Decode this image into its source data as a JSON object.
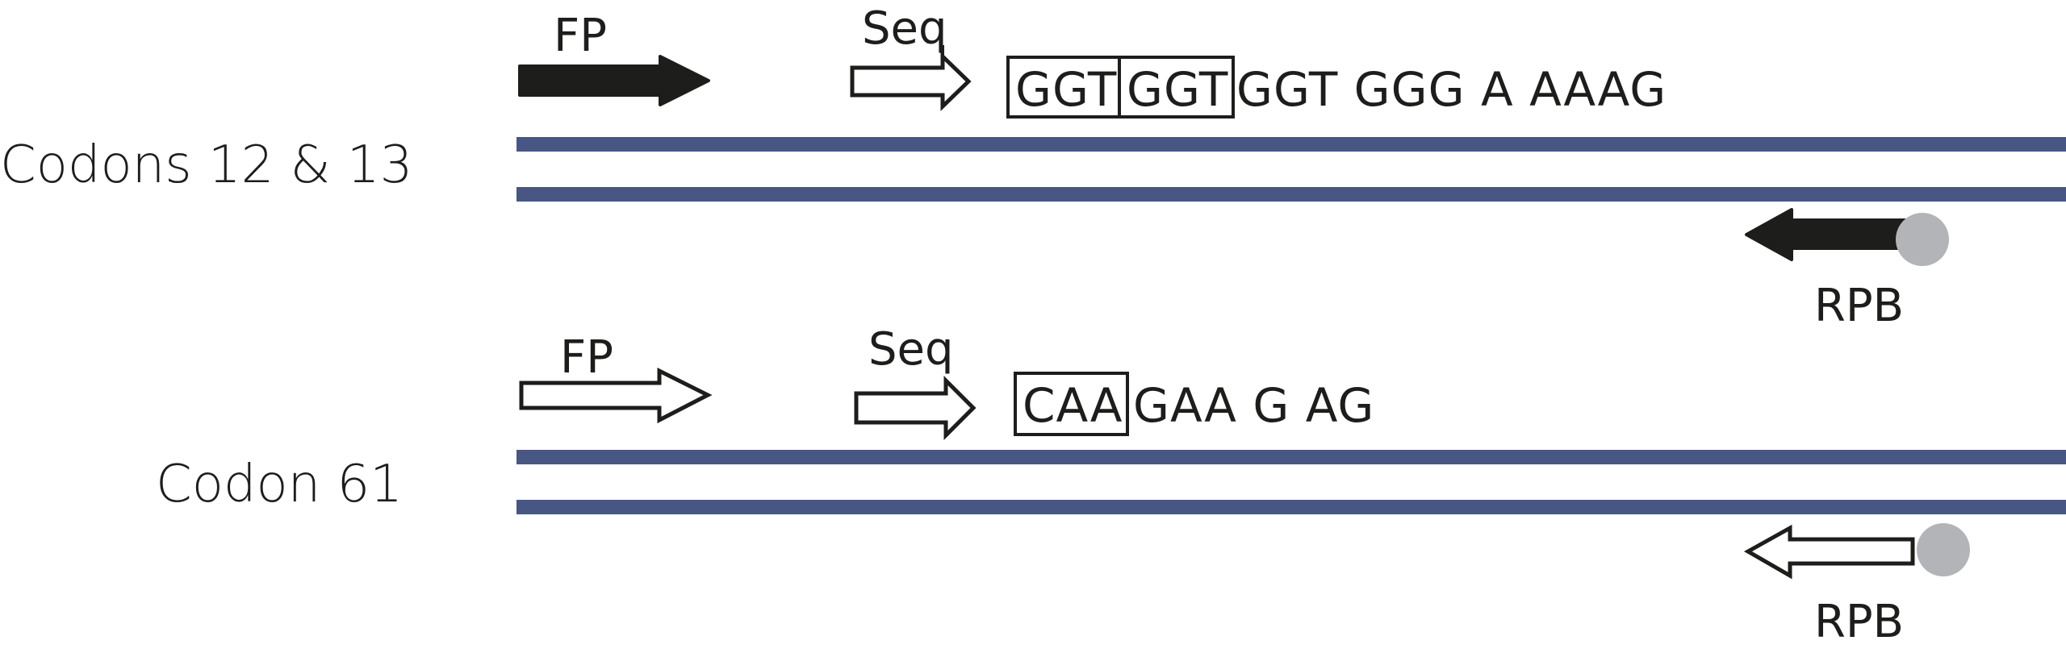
{
  "diagram": {
    "strand_color": "#485683",
    "probe_color": "#b3b4b8",
    "arrow_color": "#1d1d1b",
    "assays": [
      {
        "region_label": "Codons 12 & 13",
        "forward_primer": {
          "label": "FP",
          "style": "filled"
        },
        "sequencing_primer": {
          "label": "Seq",
          "style": "outline"
        },
        "sequence": {
          "boxed_codons": [
            "GGT",
            "GGT"
          ],
          "remaining": "GGT GGG A AAAG"
        },
        "reverse_primer": {
          "label": "RPB",
          "style": "filled",
          "biotinylated": true
        }
      },
      {
        "region_label": "Codon 61",
        "forward_primer": {
          "label": "FP",
          "style": "outline"
        },
        "sequencing_primer": {
          "label": "Seq",
          "style": "outline"
        },
        "sequence": {
          "boxed_codons": [
            "CAA"
          ],
          "remaining": "GAA G AG"
        },
        "reverse_primer": {
          "label": "RPB",
          "style": "outline",
          "biotinylated": true
        }
      }
    ]
  }
}
